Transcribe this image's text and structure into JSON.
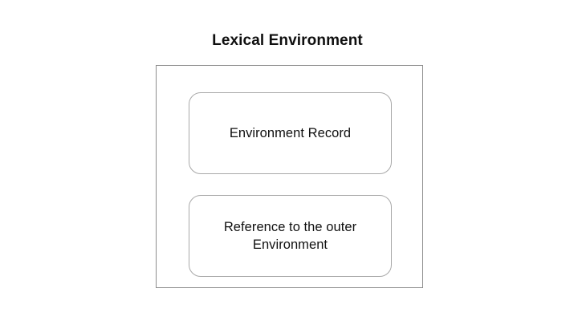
{
  "diagram": {
    "title": "Lexical Environment",
    "container": {
      "name": "lexical-environment-container"
    },
    "boxes": [
      {
        "id": "environment-record",
        "label": "Environment Record",
        "lines": [
          "Environment Record"
        ]
      },
      {
        "id": "outer-environment-reference",
        "label": "Reference to the outer Environment",
        "lines": [
          "Reference to the outer",
          "Environment"
        ]
      }
    ]
  },
  "colors": {
    "background": "#ffffff",
    "title_text": "#0f0f0f",
    "body_text": "#101010",
    "outer_border": "#8c8c8c",
    "inner_border": "#a9a9a9"
  }
}
